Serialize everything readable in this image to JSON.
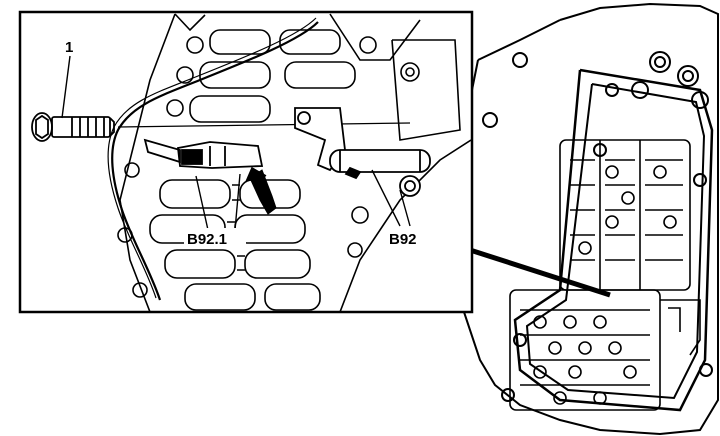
{
  "labels": {
    "bolt": "1",
    "sensor_connector": "B92.1",
    "sensor": "B92"
  },
  "colors": {
    "line": "#000000",
    "background": "#ffffff"
  }
}
